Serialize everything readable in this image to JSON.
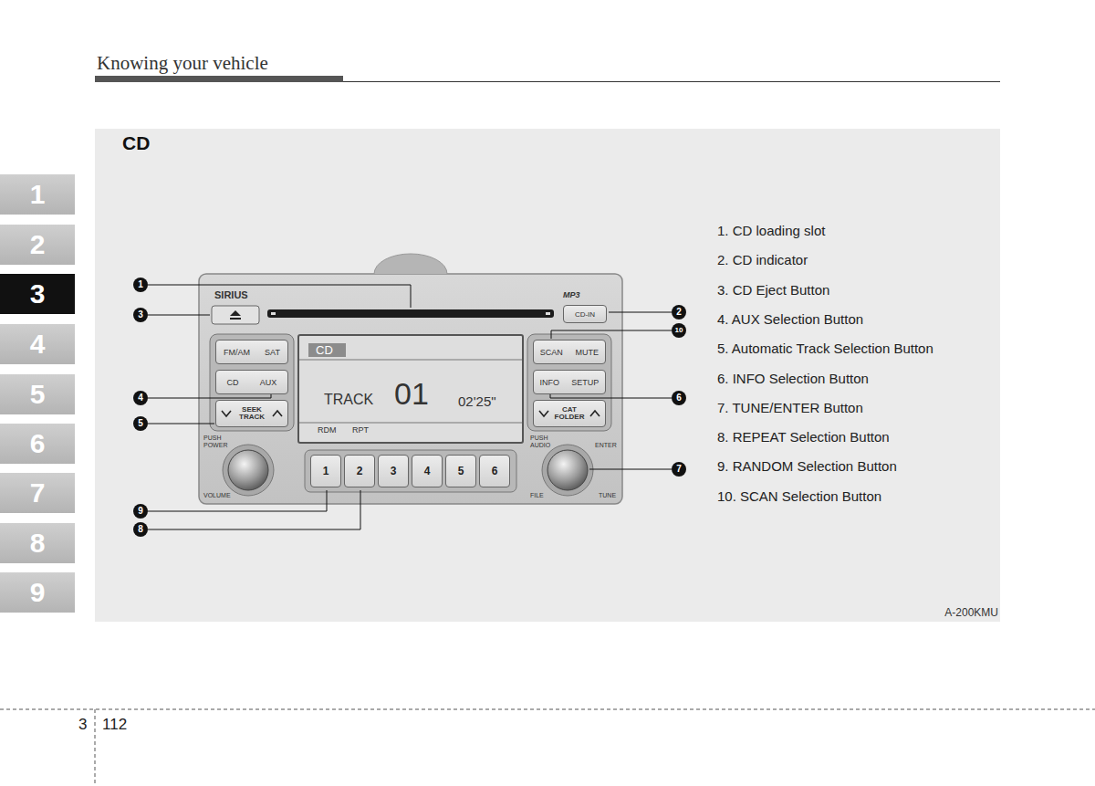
{
  "diagram": {
    "title": "CD",
    "nodes": [
      {
        "text": [
          "1"
        ]
      },
      {
        "text": [
          "2"
        ]
      },
      {
        "text": [
          "3"
        ]
      },
      {
        "text": [
          "4"
        ]
      },
      {
        "text": [
          "5"
        ]
      },
      {
        "text": [
          "6"
        ]
      },
      {
        "text": [
          "7"
        ]
      },
      {
        "text": [
          "8"
        ]
      },
      {
        "text": [
          "9"
        ]
      },
      {
        "text": [
          "CD-IN"
        ]
      },
      {
        "text": [
          "FM/AM",
          "SAT"
        ]
      },
      {
        "text": [
          "CD",
          "AUX"
        ]
      },
      {
        "text": [
          "SEEK TRACK"
        ]
      },
      {
        "text": [
          "SCAN",
          "MUTE"
        ]
      },
      {
        "text": [
          "INFO",
          "SETUP"
        ]
      },
      {
        "text": [
          "CAT FOLDER"
        ]
      },
      {
        "text": [
          "CD",
          "TRACK",
          "01",
          "02'25\"",
          "RDM",
          "RPT"
        ]
      },
      {
        "text": [
          "1"
        ]
      },
      {
        "text": [
          "2"
        ]
      },
      {
        "text": [
          "3"
        ]
      },
      {
        "text": [
          "4"
        ]
      },
      {
        "text": [
          "5"
        ]
      },
      {
        "text": [
          "6"
        ]
      }
    ],
    "labels": [
      "Knowing your vehicle",
      "SIRIUS",
      "MP3",
      "PUSH",
      "POWER",
      "VOLUME",
      "PUSH",
      "AUDIO",
      "ENTER",
      "FILE",
      "TUNE",
      "1",
      "3",
      "4",
      "5",
      "9",
      "8",
      "2",
      "10",
      "6",
      "7",
      "1. CD loading slot",
      "2. CD indicator",
      "3. CD Eject Button",
      "4. AUX Selection Button",
      "5. Automatic Track Selection Button",
      "6. INFO Selection Button",
      "7. TUNE/ENTER Button",
      "8. REPEAT Selection Button",
      "9. RANDOM Selection Button",
      "10. SCAN Selection Button",
      "A-200KMU",
      "3",
      "112"
    ]
  }
}
